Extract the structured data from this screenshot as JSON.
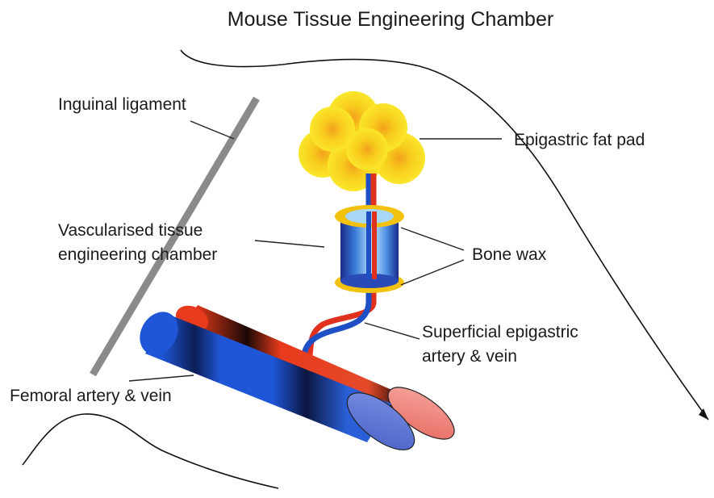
{
  "title": "Mouse  Tissue Engineering Chamber",
  "labels": {
    "inguinal_ligament": "Inguinal ligament",
    "epigastric_fat_pad": "Epigastric fat pad",
    "chamber_line1": "Vascularised tissue",
    "chamber_line2": "engineering chamber",
    "bone_wax": "Bone wax",
    "superficial_line1": "Superficial epigastric",
    "superficial_line2": "artery & vein",
    "femoral": "Femoral artery & vein"
  },
  "colors": {
    "artery": "#e0301e",
    "vein": "#1f4fc4",
    "fat": "#f5cf1e",
    "ligament": "#8a8a8a",
    "wax": "#f2c20f"
  }
}
